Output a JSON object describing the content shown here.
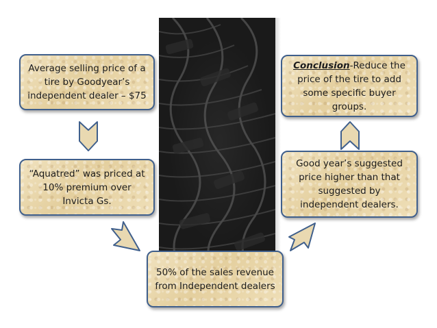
{
  "boxes": {
    "avg_price": "Average selling price of a tire by Goodyear’s independent dealer – $75",
    "aquatred": "“Aquatred” was priced at 10% premium over Invicta Gs.",
    "sales_revenue": "50% of the sales revenue from Independent dealers",
    "suggested_price": "Good year’s suggested price higher than that suggested by independent dealers.",
    "conclusion_label": "Conclusion",
    "conclusion_separator": "-",
    "conclusion_text": "Reduce the price of the tire to add some specific buyer groups."
  },
  "colors": {
    "box_border": "#3f5f8c",
    "box_fill": "#e9d9b1",
    "arrow_fill": "#e9d9b1"
  },
  "icons": {
    "center_image": "tire-image",
    "arrows": [
      "chevron-down-icon",
      "chevron-down-right-icon",
      "chevron-up-right-icon",
      "chevron-up-icon"
    ]
  }
}
